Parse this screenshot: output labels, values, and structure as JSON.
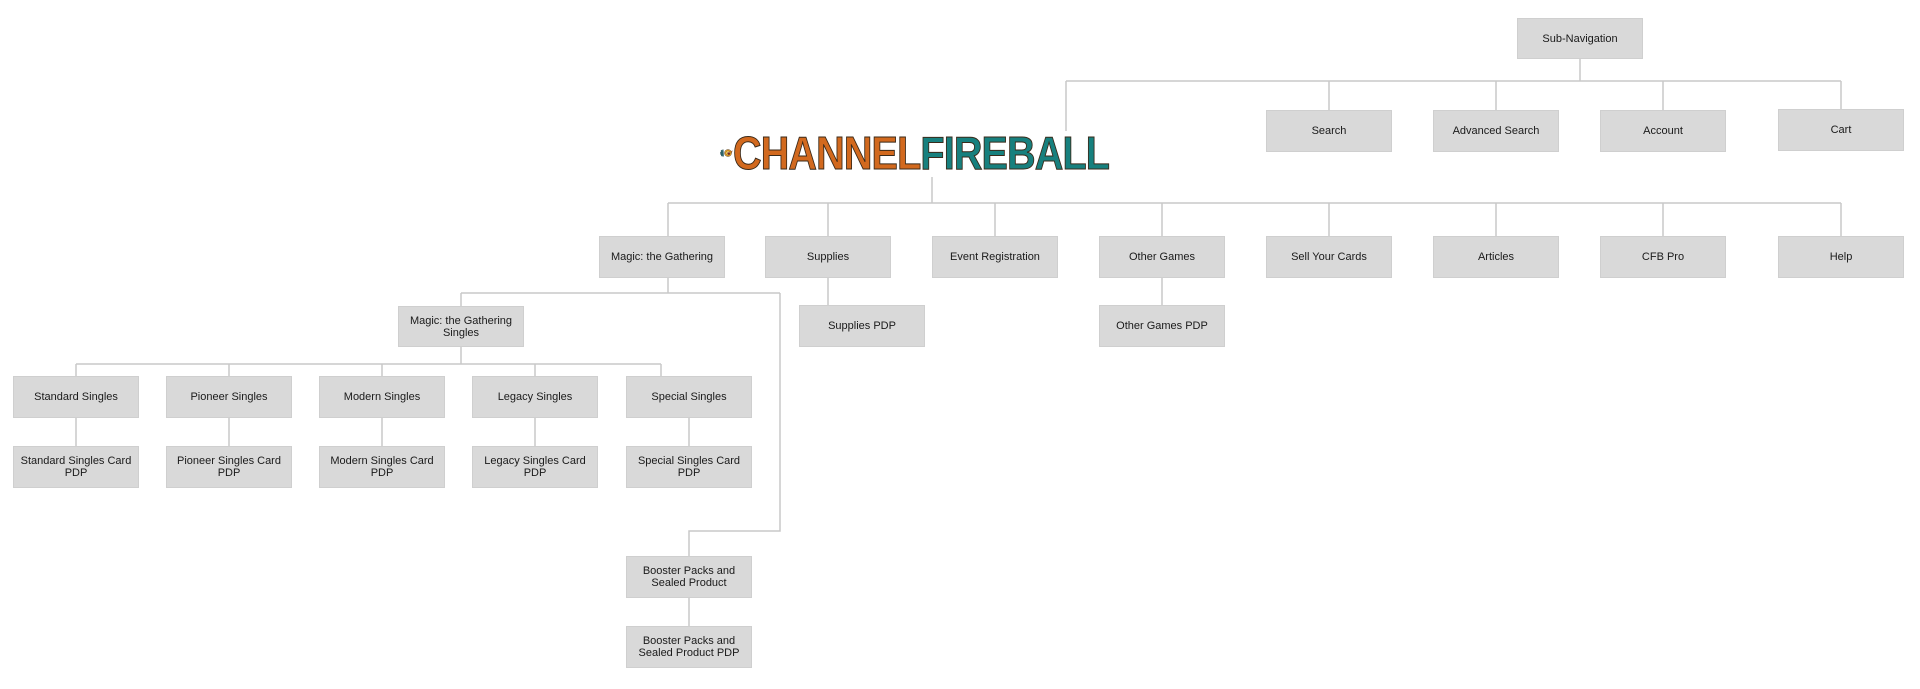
{
  "logo": {
    "word1": "CHANNEL",
    "word2": "FIREBALL",
    "color_channel": "#d2691e",
    "color_fireball": "#17807e",
    "icon": "fireball-mascot-icon"
  },
  "nodes": {
    "sub_navigation": "Sub-Navigation",
    "search": "Search",
    "advanced_search": "Advanced Search",
    "account": "Account",
    "cart": "Cart",
    "mtg": "Magic: the Gathering",
    "supplies": "Supplies",
    "event_registration": "Event Registration",
    "other_games": "Other Games",
    "sell_your_cards": "Sell Your Cards",
    "articles": "Articles",
    "cfb_pro": "CFB Pro",
    "help": "Help",
    "supplies_pdp": "Supplies PDP",
    "other_games_pdp": "Other Games PDP",
    "mtg_singles": "Magic: the Gathering Singles",
    "standard_singles": "Standard Singles",
    "pioneer_singles": "Pioneer Singles",
    "modern_singles": "Modern Singles",
    "legacy_singles": "Legacy Singles",
    "special_singles": "Special Singles",
    "standard_singles_pdp": "Standard Singles Card PDP",
    "pioneer_singles_pdp": "Pioneer Singles Card PDP",
    "modern_singles_pdp": "Modern Singles Card PDP",
    "legacy_singles_pdp": "Legacy Singles Card PDP",
    "special_singles_pdp": "Special Singles Card PDP",
    "booster_packs": "Booster Packs and Sealed Product",
    "booster_packs_pdp": "Booster Packs and Sealed Product PDP"
  },
  "colors": {
    "node_fill": "#d9d9d9",
    "connector": "#c8c8c8"
  }
}
